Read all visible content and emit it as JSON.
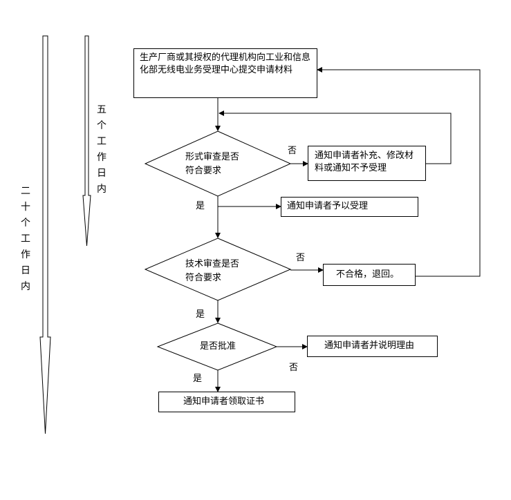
{
  "timeline": {
    "total": "二十个工作日内",
    "first_stage": "五个工作日内"
  },
  "steps": {
    "submit": "生产厂商或其授权的代理机构向工业和信息化部无线电业务受理中心提交申请材料",
    "formal_review": "形式审查是否符合要求",
    "notify_supplement": "通知申请者补充、修改材料或通知不予受理",
    "notify_accept": "通知申请者予以受理",
    "tech_review": "技术审查是否符合要求",
    "fail_return": "不合格，退回。",
    "approve": "是否批准",
    "notify_reason": "通知申请者并说明理由",
    "notify_certificate": "通知申请者领取证书"
  },
  "labels": {
    "no_formal": "否",
    "yes_formal": "是",
    "no_tech": "否",
    "yes_tech": "是",
    "no_approve": "否",
    "yes_approve": "是"
  }
}
